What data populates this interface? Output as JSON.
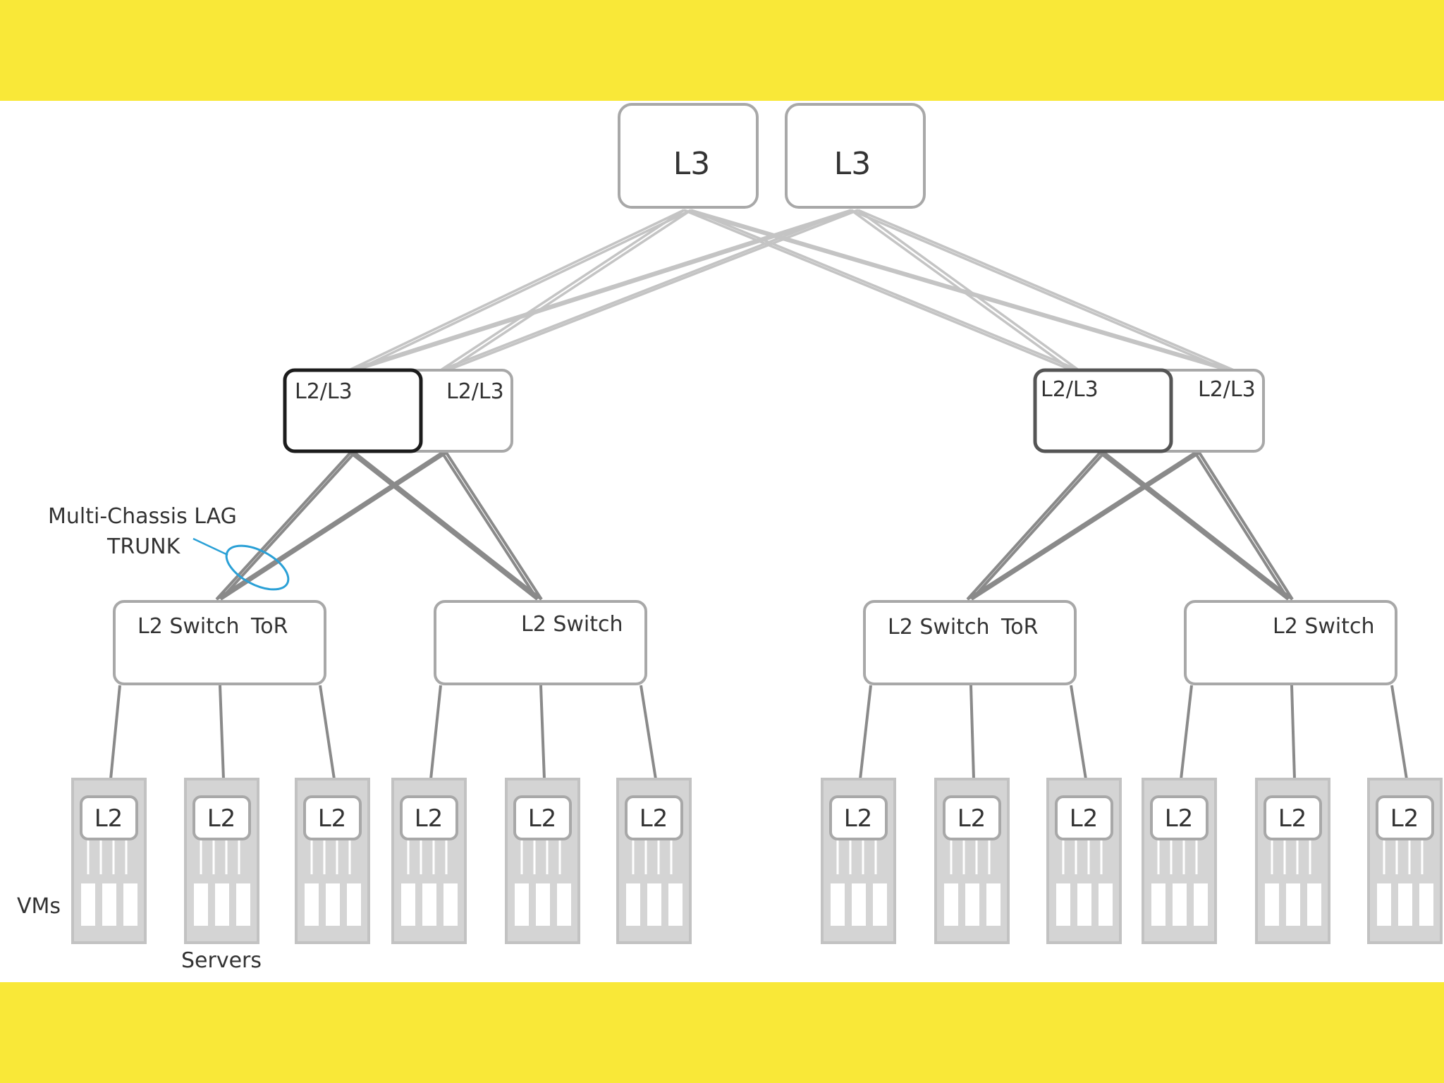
{
  "colors": {
    "banner": "#f9e838",
    "background": "#ffffff",
    "box_border": "#a8a8a8",
    "box_border_dark": "#1c1c1c",
    "box_border_mid": "#555555",
    "link_light": "#c4c4c4",
    "link_dark": "#8a8a8a",
    "server_fill": "#d4d4d4",
    "server_border": "#c2c2c2",
    "lag_ellipse": "#2aa0d6",
    "text": "#333333"
  },
  "core": {
    "switches": [
      "L3",
      "L3"
    ]
  },
  "aggregation": {
    "left_pair": [
      "L2/L3",
      "L2/L3"
    ],
    "right_pair": [
      "L2/L3",
      "L2/L3"
    ]
  },
  "access": {
    "switches": [
      {
        "label": "L2 Switch",
        "sublabel": "ToR"
      },
      {
        "label": "L2 Switch",
        "sublabel": ""
      },
      {
        "label": "L2 Switch",
        "sublabel": "ToR"
      },
      {
        "label": "L2 Switch",
        "sublabel": ""
      }
    ]
  },
  "servers": {
    "label": "L2",
    "count": 12
  },
  "annotations": {
    "lag_line1": "Multi-Chassis LAG",
    "lag_line2": "TRUNK",
    "vms": "VMs",
    "servers": "Servers"
  }
}
